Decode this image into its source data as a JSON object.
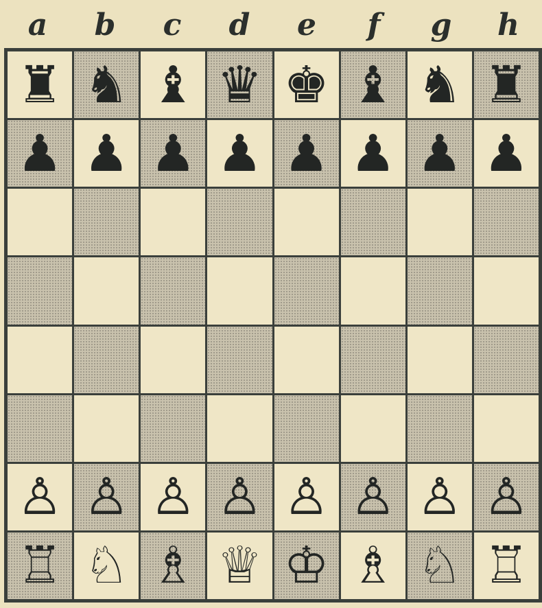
{
  "files": [
    "a",
    "b",
    "c",
    "d",
    "e",
    "f",
    "g",
    "h"
  ],
  "board": [
    [
      "♜",
      "♞",
      "♝",
      "♛",
      "♚",
      "♝",
      "♞",
      "♜"
    ],
    [
      "♟",
      "♟",
      "♟",
      "♟",
      "♟",
      "♟",
      "♟",
      "♟"
    ],
    [
      "",
      "",
      "",
      "",
      "",
      "",
      "",
      ""
    ],
    [
      "",
      "",
      "",
      "",
      "",
      "",
      "",
      ""
    ],
    [
      "",
      "",
      "",
      "",
      "",
      "",
      "",
      ""
    ],
    [
      "",
      "",
      "",
      "",
      "",
      "",
      "",
      ""
    ],
    [
      "♙",
      "♙",
      "♙",
      "♙",
      "♙",
      "♙",
      "♙",
      "♙"
    ],
    [
      "♖",
      "♘",
      "♗",
      "♕",
      "♔",
      "♗",
      "♘",
      "♖"
    ]
  ],
  "piece_names": {
    "♜": "black-rook-icon",
    "♞": "black-knight-icon",
    "♝": "black-bishop-icon",
    "♛": "black-queen-icon",
    "♚": "black-king-icon",
    "♟": "black-pawn-icon",
    "♖": "white-rook-icon",
    "♘": "white-knight-icon",
    "♗": "white-bishop-icon",
    "♕": "white-queen-icon",
    "♔": "white-king-icon",
    "♙": "white-pawn-icon"
  },
  "colors": {
    "light_square": "#efe6c6",
    "dark_square": "#c9c2ad",
    "ink": "#232624",
    "paper": "#ece2bf"
  }
}
